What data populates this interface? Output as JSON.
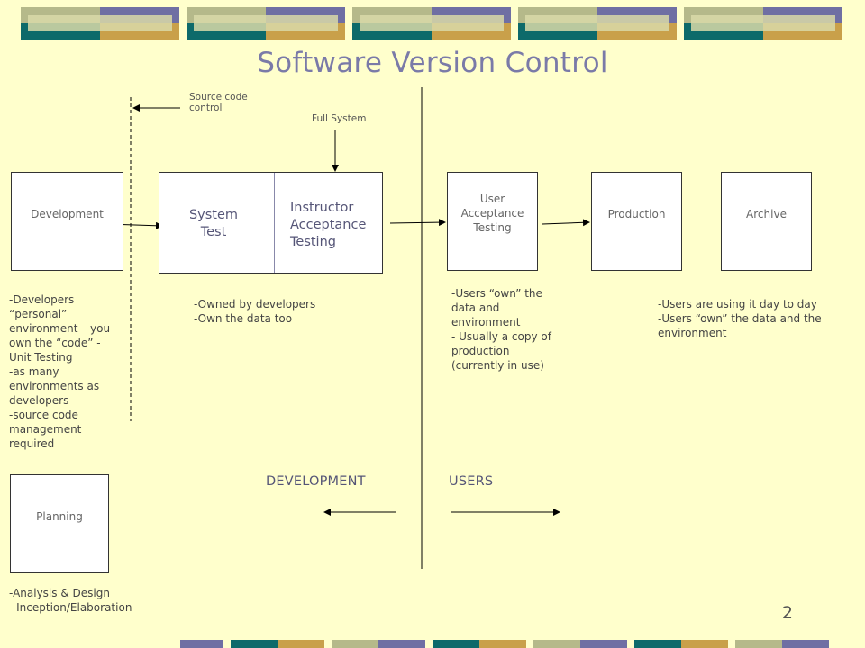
{
  "title": "Software Version Control",
  "labels": {
    "source_code_control": "Source code\ncontrol",
    "full_system": "Full System",
    "development_section": "DEVELOPMENT",
    "users_section": "USERS"
  },
  "boxes": {
    "development": "Development",
    "system_test": "System\nTest",
    "instructor_acceptance": "Instructor\nAcceptance\nTesting",
    "user_acceptance": "User\nAcceptance\nTesting",
    "production": "Production",
    "archive": "Archive",
    "planning": "Planning"
  },
  "notes": {
    "development": "-Developers “personal” environment – you own the “code” - Unit Testing\n-as many environments as developers\n-source code management required",
    "system_test": "-Owned by developers\n-Own the data too",
    "user_acceptance": "-Users “own” the data and environment\n- Usually a copy of production (currently in use)",
    "production": "-Users are using it day to day\n-Users “own” the data and the environment",
    "planning": "-Analysis & Design\n- Inception/Elaboration"
  },
  "page_number": "2",
  "colors": {
    "background": "#ffffcc",
    "title": "#7a7aa8",
    "band_olive": "#b5b98a",
    "band_purple": "#6f6fa3",
    "band_teal": "#0d6a6a",
    "band_gold": "#c9a04a"
  }
}
